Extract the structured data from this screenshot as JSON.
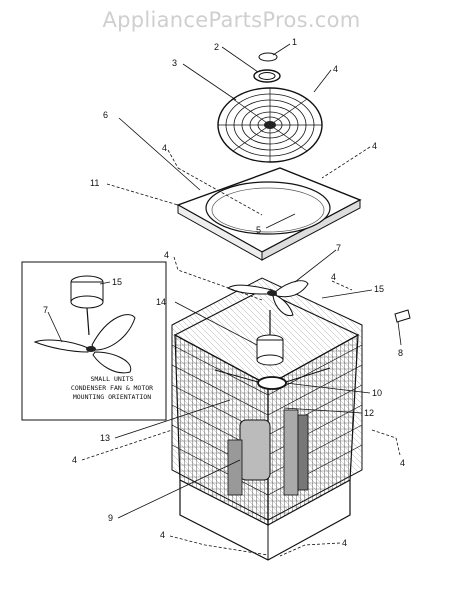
{
  "watermark": "AppliancePartsPros.com",
  "inset": {
    "note_line1": "SMALL UNITS",
    "note_line2": "CONDENSER FAN & MOTOR",
    "note_line3": "MOUNTING ORIENTATION"
  },
  "callouts": {
    "c1": "1",
    "c2": "2",
    "c3": "3",
    "c4a": "4",
    "c4b": "4",
    "c4c": "4",
    "c4d": "4",
    "c4e": "4",
    "c4f": "4",
    "c4g": "4",
    "c4h": "4",
    "c4i": "4",
    "c5": "5",
    "c6": "6",
    "c7a": "7",
    "c7b": "7",
    "c8": "8",
    "c9": "9",
    "c10": "10",
    "c11": "11",
    "c12": "12",
    "c13": "13",
    "c14": "14",
    "c15a": "15",
    "c15b": "15"
  }
}
